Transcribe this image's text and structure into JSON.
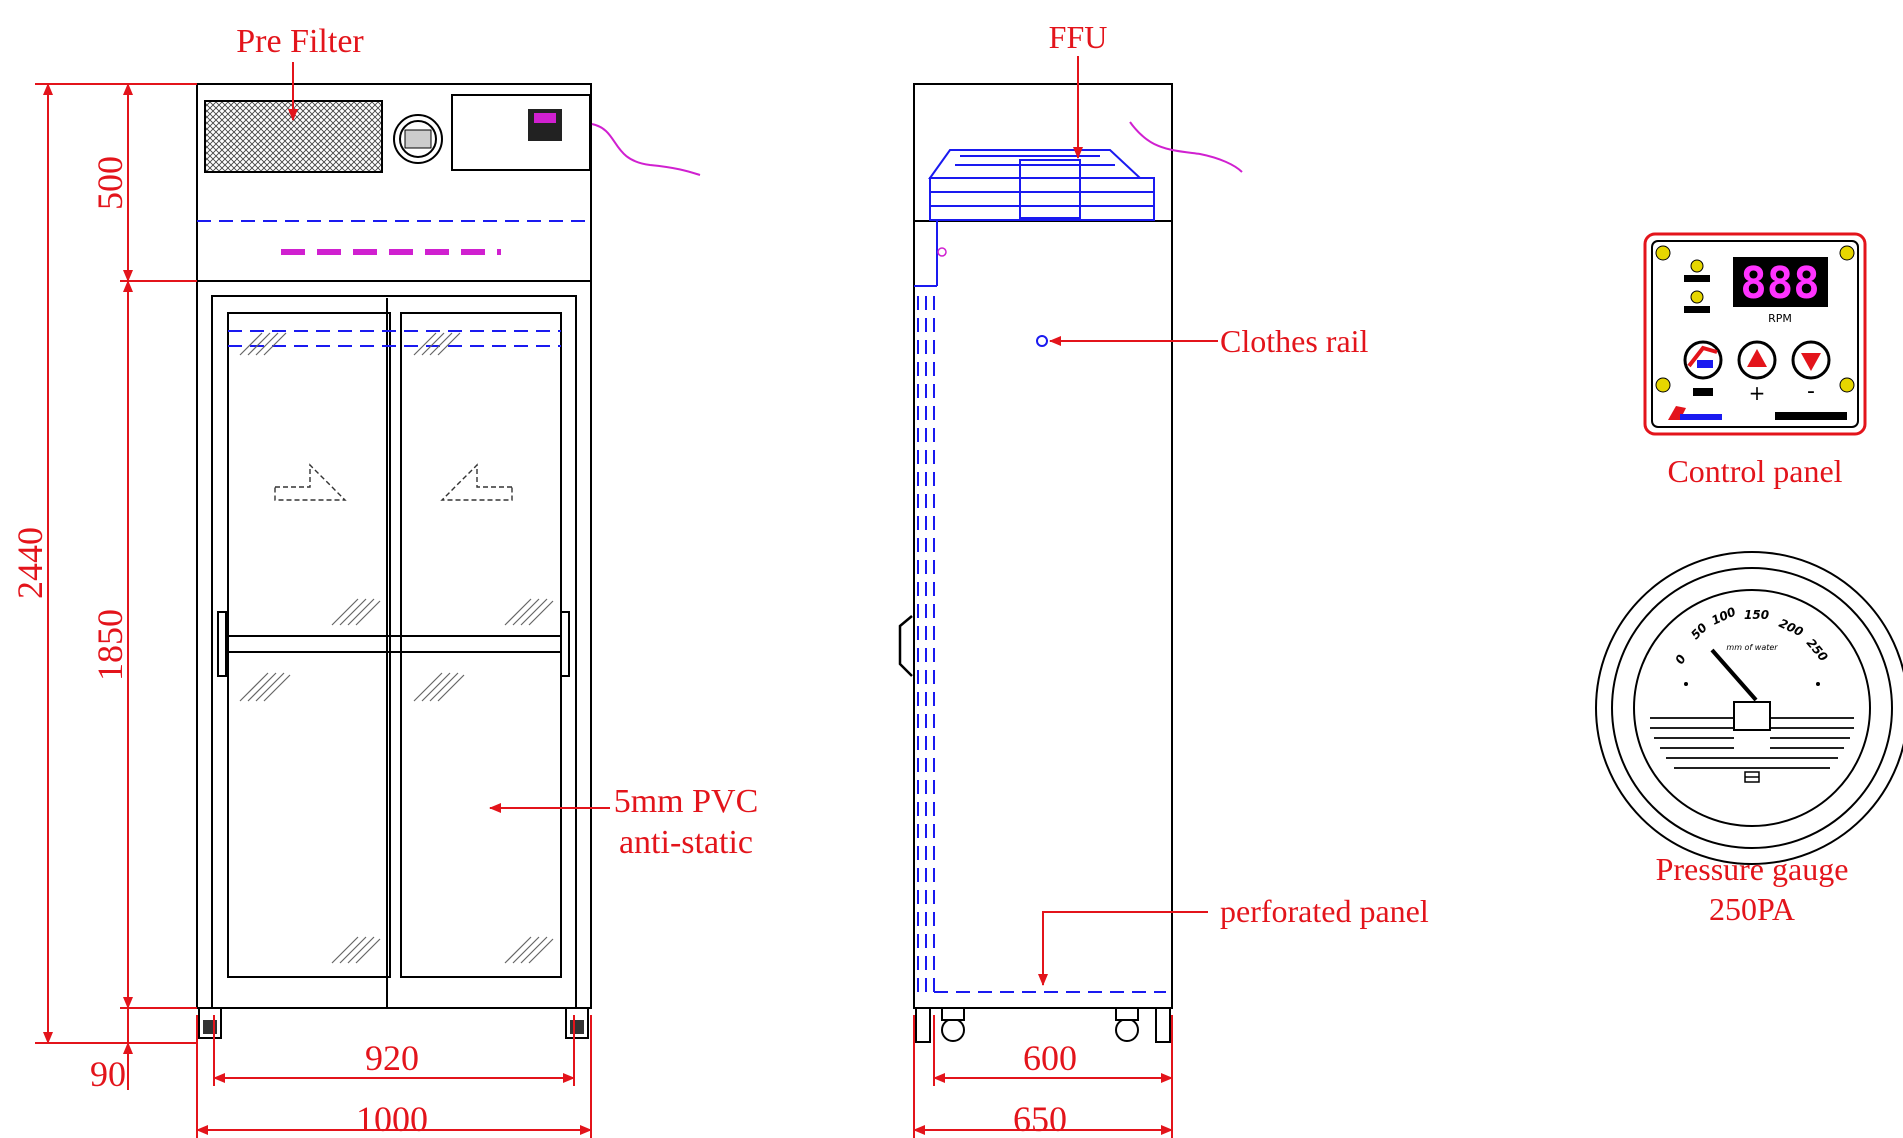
{
  "labels": {
    "pre_filter": "Pre Filter",
    "ffu": "FFU",
    "clothes_rail": "Clothes rail",
    "pvc_line1": "5mm PVC",
    "pvc_line2": "anti-static",
    "perforated": "perforated panel",
    "control_panel": "Control panel",
    "gauge_line1": "Pressure gauge",
    "gauge_line2": "250PA"
  },
  "dimensions": {
    "total_height": "2440",
    "top_section": "500",
    "door_section": "1850",
    "base": "90",
    "front_inner_width": "920",
    "front_outer_width": "1000",
    "side_inner_width": "600",
    "side_outer_width": "650"
  },
  "control_panel": {
    "display": "888",
    "rpm": "RPM",
    "plus": "+",
    "minus": "-"
  },
  "gauge": {
    "ticks": [
      "0",
      "50",
      "100",
      "150",
      "200",
      "250"
    ],
    "unit": "mm of water"
  },
  "colors": {
    "annotation": "#e3141b",
    "hidden_lines": "#1a1af0",
    "power_cord": "#d020d0"
  }
}
